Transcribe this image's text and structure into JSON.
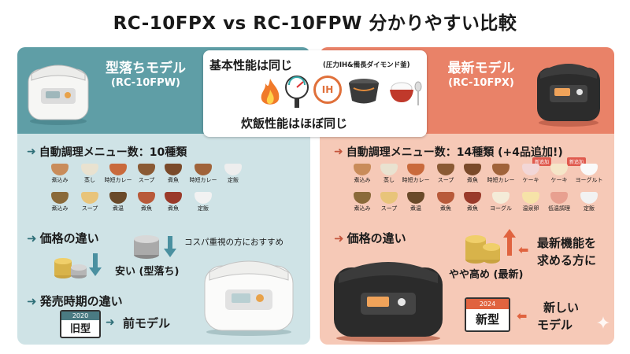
{
  "title": "RC-10FPX vs RC-10FPW 分かりやすい比較",
  "colors": {
    "left_panel": "#cfe3e6",
    "left_band": "#5f9ea6",
    "right_panel": "#f6c9b7",
    "right_band": "#e98268"
  },
  "center": {
    "title": "基本性能は同じ",
    "note": "(圧力IH&備長ダイモンド釜)",
    "icons": [
      "fire-icon",
      "pressure-gauge-icon",
      "ih-icon",
      "inner-pot-icon",
      "rice-bowl-icon"
    ],
    "ih_label": "IH",
    "subtitle": "炊飯性能はほぼ同じ"
  },
  "left": {
    "model_title": "型落ちモデル",
    "model_code": "(RC-10FPW)",
    "menu_heading": "自動調理メニュー数：10種類",
    "dish_row1": [
      "煮込み",
      "蒸し",
      "時短カレー",
      "スープ",
      "煮魚",
      "時短カレー",
      "定飯"
    ],
    "dish_row2": [
      "煮込み",
      "スープ",
      "煮温",
      "煮魚",
      "煮魚",
      "定飯"
    ],
    "price_heading": "価格の違い",
    "price_text": "安い (型落ち)",
    "recommend": "コスパ重視の方におすすめ",
    "release_heading": "発売時期の違い",
    "calendar_year": "2020",
    "calendar_label": "旧型",
    "release_text": "前モデル"
  },
  "right": {
    "model_title": "最新モデル",
    "model_code": "(RC-10FPX)",
    "menu_heading": "自動調理メニュー数：14種類 (+4品追加!)",
    "dish_row1": [
      "煮込み",
      "蒸し",
      "時短カレー",
      "スープ",
      "煮魚",
      "時短カレー",
      "ケーキ",
      "ケーキ",
      "ヨーグルト"
    ],
    "dish_row2": [
      "煮込み",
      "スープ",
      "煮温",
      "煮魚",
      "煮魚",
      "ヨーグル",
      "温泉卵",
      "低温調理",
      "定飯"
    ],
    "new_badge": "新追加",
    "price_heading": "価格の違い",
    "price_text": "やや高め (最新)",
    "feature_line1": "最新機能を",
    "feature_line2": "求める方に",
    "calendar_year": "2024",
    "calendar_label": "新型",
    "release_line1": "新しい",
    "release_line2": "モデル"
  }
}
